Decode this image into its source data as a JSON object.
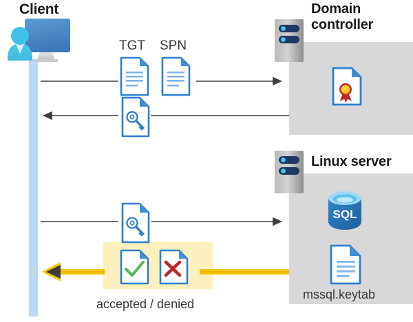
{
  "diagram": {
    "title": "Kerberos authentication flow between client, domain controller and Linux server",
    "actors": {
      "client": {
        "label": "Client",
        "icon": "user-computer-icon"
      },
      "domain_controller": {
        "label": "Domain\ncontroller",
        "label_line1": "Domain",
        "label_line2": "controller",
        "icon": "server-rack-icon",
        "panel_color": "#d8d8d8",
        "contents": [
          {
            "name": "certificate-document-icon",
            "label": ""
          }
        ]
      },
      "linux_server": {
        "label": "Linux server",
        "icon": "server-rack-icon",
        "panel_color": "#d8d8d8",
        "contents": [
          {
            "name": "sql-database-icon",
            "label": "SQL"
          },
          {
            "name": "keytab-document-icon",
            "label": "mssql.keytab"
          }
        ]
      }
    },
    "messages": [
      {
        "id": "m1",
        "direction": "right",
        "color": "#3f3f3f",
        "from": "client",
        "to": "domain_controller",
        "icons": [
          {
            "name": "tgt-document-icon",
            "label": "TGT"
          },
          {
            "name": "spn-document-icon",
            "label": "SPN"
          }
        ]
      },
      {
        "id": "m2",
        "direction": "left",
        "color": "#3f3f3f",
        "from": "domain_controller",
        "to": "client",
        "icons": [
          {
            "name": "key-document-icon",
            "label": ""
          }
        ]
      },
      {
        "id": "m3",
        "direction": "right",
        "color": "#3f3f3f",
        "from": "client",
        "to": "linux_server",
        "icons": [
          {
            "name": "key-document-icon",
            "label": ""
          }
        ]
      },
      {
        "id": "m4",
        "direction": "left",
        "color": "#f0c000",
        "from": "linux_server",
        "to": "client",
        "highlight_color": "#fdf0bf",
        "caption": "accepted / denied",
        "icons": [
          {
            "name": "accepted-document-icon",
            "label": ""
          },
          {
            "name": "denied-document-icon",
            "label": ""
          }
        ]
      }
    ],
    "labels": {
      "tgt": "TGT",
      "spn": "SPN",
      "sql": "SQL",
      "keytab": "mssql.keytab",
      "accepted_denied": "accepted / denied"
    },
    "colors": {
      "doc_blue": "#2f7fd1",
      "doc_fold": "#3f8fd8",
      "lifeline_blue": "#bcd8f2",
      "panel_gray": "#d8d8d8",
      "arrow_gray": "#3f3f3f",
      "arrow_yellow": "#f5c400",
      "highlight_yellow": "#fdf0bf",
      "check_green": "#5cb85c",
      "cross_red": "#c9302c",
      "sql_blue": "#1f6fb5",
      "text_dark": "#1a1a1a",
      "text_gray": "#3b3b3b"
    }
  }
}
